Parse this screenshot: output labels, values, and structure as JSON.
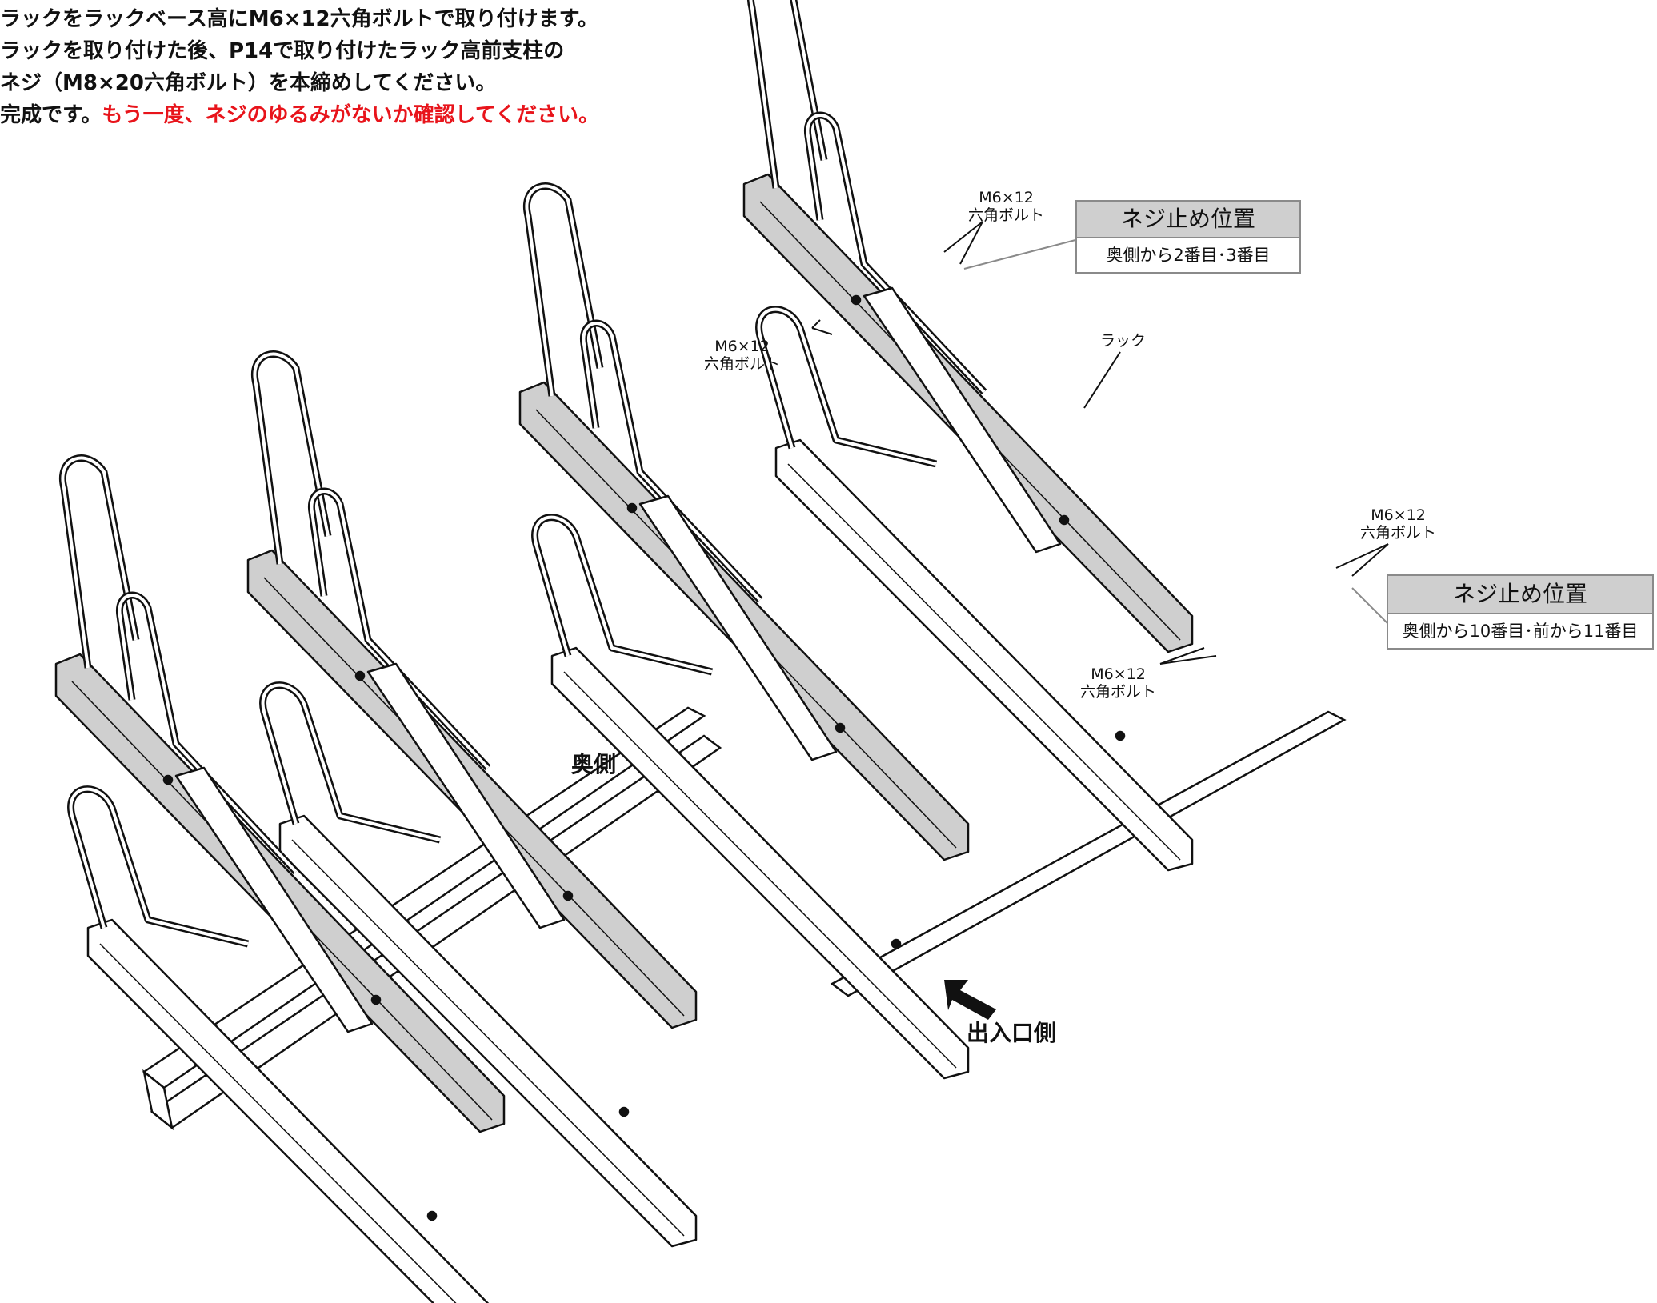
{
  "instructions": {
    "line1": "ラックをラックベース高にM6×12六角ボルトで取り付けます。",
    "line2": "ラックを取り付けた後、P14で取り付けたラック高前支柱の",
    "line3": "ネジ（M8×20六角ボルト）を本締めしてください。",
    "line4_black": "完成です。",
    "line4_red": "もう一度、ネジのゆるみがないか確認してください。"
  },
  "labels": {
    "bolt_top": [
      "M6×12",
      "六角ボルト"
    ],
    "bolt_left": [
      "M6×12",
      "六角ボルト"
    ],
    "bolt_right": [
      "M6×12",
      "六角ボルト"
    ],
    "bolt_bottom": [
      "M6×12",
      "六角ボルト"
    ],
    "rack": "ラック",
    "back_side": "奥側",
    "entrance_side": "出入口側"
  },
  "callouts": {
    "top": {
      "title": "ネジ止め位置",
      "text": "奥側から2番目･3番目"
    },
    "right": {
      "title": "ネジ止め位置",
      "text": "奥側から10番目･前から11番目"
    }
  },
  "colors": {
    "accent_red": "#e8141b",
    "rack_gray": "#cfcfcf",
    "callout_border": "#8a8a8a"
  }
}
